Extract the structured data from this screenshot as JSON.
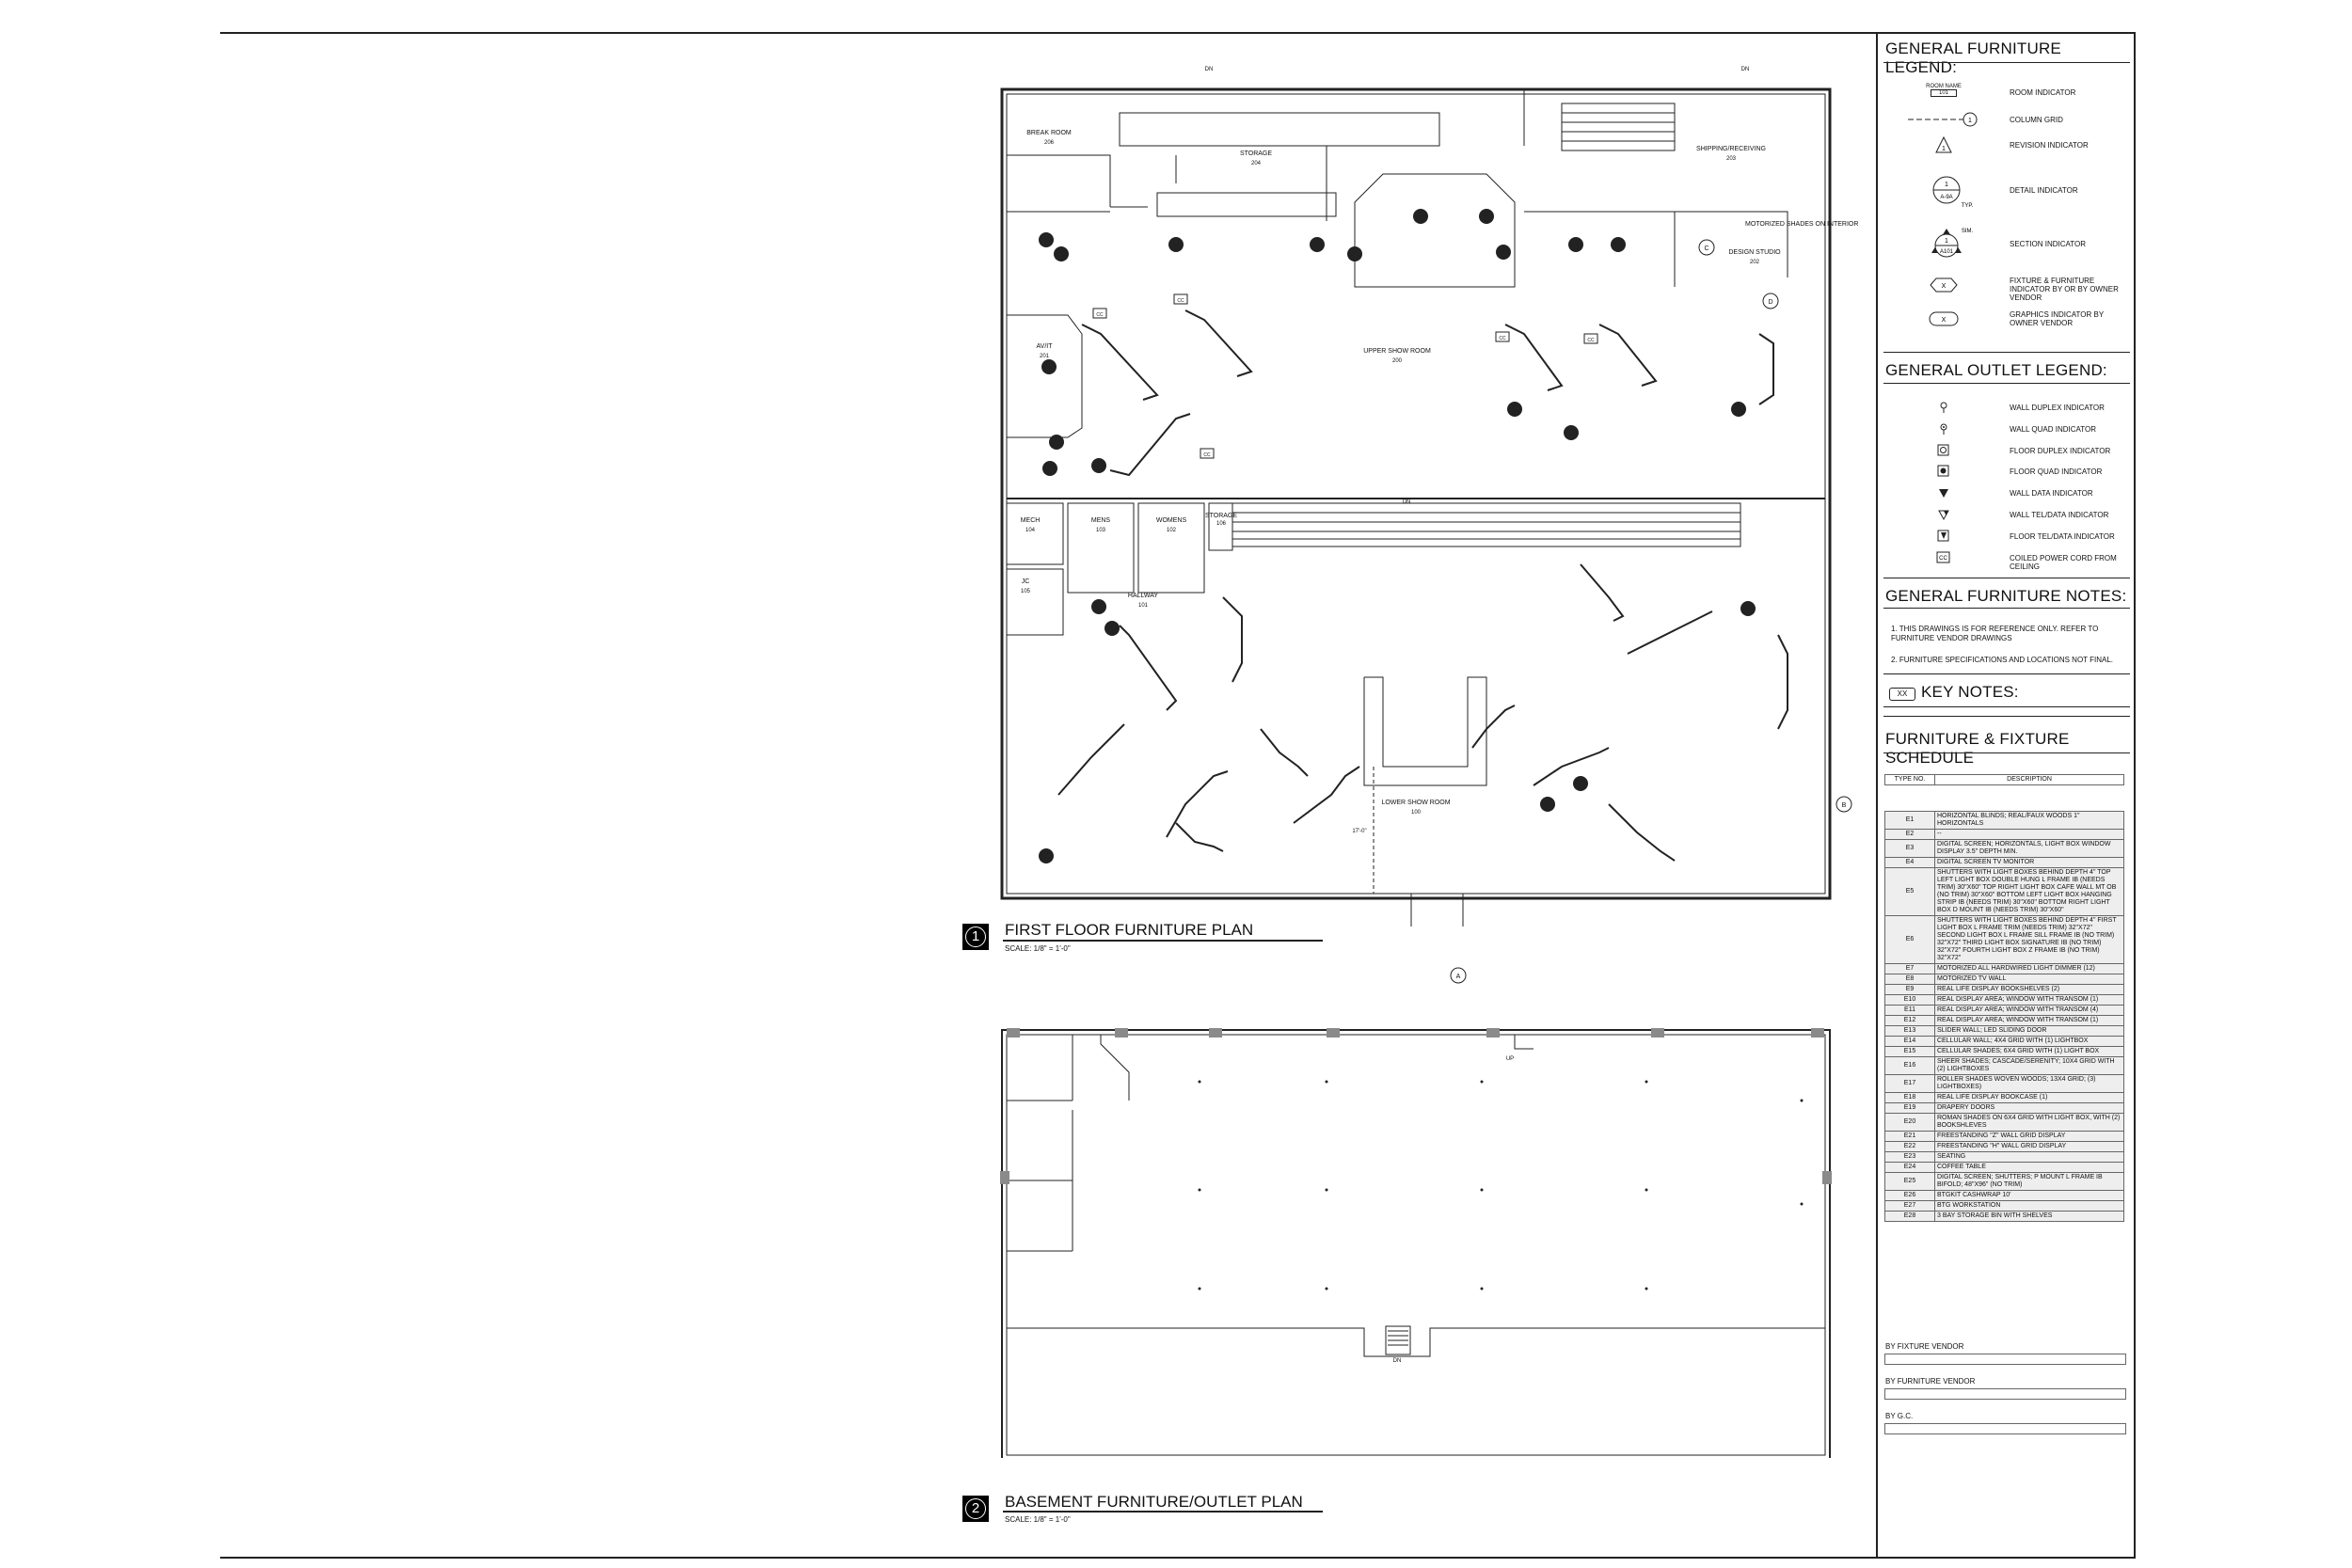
{
  "legend": {
    "title": "GENERAL FURNITURE LEGEND:",
    "room_tag": {
      "name": "ROOM NAME",
      "num": "101"
    },
    "items": [
      {
        "label": "ROOM INDICATOR"
      },
      {
        "label": "COLUMN GRID",
        "sym": "1"
      },
      {
        "label": "REVISION INDICATOR",
        "sym": "1"
      },
      {
        "label": "DETAIL INDICATOR",
        "sym_top": "1",
        "sym_bot": "A-9A",
        "note": "TYP."
      },
      {
        "label": "SECTION INDICATOR",
        "sym_top": "1",
        "sym_bot": "A101",
        "note": "SIM."
      },
      {
        "label": "FIXTURE & FURNITURE INDICATOR BY OR BY OWNER VENDOR",
        "sym": "X"
      },
      {
        "label": "GRAPHICS INDICATOR BY OWNER VENDOR",
        "sym": "X"
      }
    ]
  },
  "outlet_legend": {
    "title": "GENERAL OUTLET LEGEND:",
    "items": [
      {
        "label": "WALL DUPLEX INDICATOR"
      },
      {
        "label": "WALL QUAD INDICATOR"
      },
      {
        "label": "FLOOR DUPLEX INDICATOR"
      },
      {
        "label": "FLOOR QUAD INDICATOR"
      },
      {
        "label": "WALL DATA INDICATOR"
      },
      {
        "label": "WALL TEL/DATA INDICATOR"
      },
      {
        "label": "FLOOR TEL/DATA INDICATOR"
      },
      {
        "label": "COILED POWER CORD FROM CEILING",
        "sym": "CC"
      }
    ]
  },
  "notes": {
    "title": "GENERAL FURNITURE NOTES:",
    "items": [
      "1.  THIS DRAWINGS IS FOR REFERENCE ONLY. REFER TO FURNITURE VENDOR DRAWINGS",
      "2.  FURNITURE SPECIFICATIONS AND LOCATIONS NOT FINAL."
    ]
  },
  "key_notes": {
    "tag": "XX",
    "title": "KEY NOTES:"
  },
  "schedule": {
    "title": "FURNITURE & FIXTURE SCHEDULE",
    "col_type": "TYPE NO.",
    "col_desc": "DESCRIPTION",
    "rows": [
      {
        "code": "E1",
        "desc": "HORIZONTAL BLINDS; REAL/FAUX WOODS 1\" HORIZONTALS"
      },
      {
        "code": "E2",
        "desc": "--"
      },
      {
        "code": "E3",
        "desc": "DIGITAL SCREEN; HORIZONTALS, LIGHT BOX WINDOW DISPLAY 3.5\" DEPTH MIN."
      },
      {
        "code": "E4",
        "desc": "DIGITAL SCREEN TV MONITOR"
      },
      {
        "code": "E5",
        "desc": "SHUTTERS WITH LIGHT BOXES BEHIND DEPTH 4\" TOP LEFT LIGHT BOX DOUBLE HUNG L FRAME IB (NEEDS TRIM) 30\"X60\" TOP RIGHT LIGHT BOX CAFE WALL MT OB (NO TRIM) 30\"X60\" BOTTOM LEFT LIGHT BOX HANGING STRIP IB (NEEDS TRIM) 30\"X60\" BOTTOM RIGHT LIGHT BOX D MOUNT IB (NEEDS TRIM) 30\"X60\""
      },
      {
        "code": "E6",
        "desc": "SHUTTERS WITH LIGHT BOXES BEHIND DEPTH 4\" FIRST LIGHT BOX L FRAME TRIM (NEEDS TRIM) 32\"X72\" SECOND LIGHT BOX L FRAME SILL FRAME IB (NO TRIM) 32\"X72\" THIRD LIGHT BOX SIGNATURE IB (NO TRIM) 32\"X72\" FOURTH LIGHT BOX Z FRAME IB (NO TRIM) 32\"X72\""
      },
      {
        "code": "E7",
        "desc": "MOTORIZED ALL HARDWIRED LIGHT DIMMER (12)"
      },
      {
        "code": "E8",
        "desc": "MOTORIZED TV WALL"
      },
      {
        "code": "E9",
        "desc": "REAL LIFE DISPLAY BOOKSHELVES (2)"
      },
      {
        "code": "E10",
        "desc": "REAL DISPLAY AREA; WINDOW WITH TRANSOM (1)"
      },
      {
        "code": "E11",
        "desc": "REAL DISPLAY AREA; WINDOW WITH TRANSOM (4)"
      },
      {
        "code": "E12",
        "desc": "REAL DISPLAY AREA; WINDOW WITH TRANSOM (1)"
      },
      {
        "code": "E13",
        "desc": "SLIDER WALL; LED SLIDING DOOR"
      },
      {
        "code": "E14",
        "desc": "CELLULAR WALL; 4X4 GRID WITH (1) LIGHTBOX"
      },
      {
        "code": "E15",
        "desc": "CELLULAR SHADES; 6X4 GRID WITH (1) LIGHT BOX"
      },
      {
        "code": "E16",
        "desc": "SHEER SHADES; CASCADE/SERENITY; 10X4 GRID WITH (2) LIGHTBOXES"
      },
      {
        "code": "E17",
        "desc": "ROLLER SHADES WOVEN WOODS; 13X4 GRID; (3) LIGHTBOXES)"
      },
      {
        "code": "E18",
        "desc": "REAL LIFE DISPLAY BOOKCASE (1)"
      },
      {
        "code": "E19",
        "desc": "DRAPERY DOORS"
      },
      {
        "code": "E20",
        "desc": "ROMAN SHADES ON 6X4 GRID WITH LIGHT BOX, WITH (2) BOOKSHLEVES"
      },
      {
        "code": "E21",
        "desc": "FREESTANDING \"Z\" WALL GRID DISPLAY"
      },
      {
        "code": "E22",
        "desc": "FREESTANDING \"H\" WALL GRID DISPLAY"
      },
      {
        "code": "E23",
        "desc": "SEATING"
      },
      {
        "code": "E24",
        "desc": "COFFEE TABLE"
      },
      {
        "code": "E25",
        "desc": "DIGITAL SCREEN; SHUTTERS; P MOUNT L FRAME IB BIFOLD; 48\"X96\" (NO TRIM)"
      },
      {
        "code": "E26",
        "desc": "BTGKIT CASHWRAP 10'"
      },
      {
        "code": "E27",
        "desc": "BTG WORKSTATION"
      },
      {
        "code": "E28",
        "desc": "3 BAY STORAGE BIN WITH SHELVES"
      }
    ]
  },
  "vendors": [
    "BY FIXTURE VENDOR",
    "BY FURNITURE VENDOR",
    "BY G.C."
  ],
  "plans": {
    "first": {
      "num": "1",
      "title": "FIRST FLOOR FURNITURE PLAN",
      "scale": "SCALE:  1/8\" = 1'-0\""
    },
    "basement": {
      "num": "2",
      "title": "BASEMENT FURNITURE/OUTLET PLAN",
      "scale": "SCALE:  1/8\" = 1'-0\""
    }
  },
  "rooms": [
    {
      "name": "BREAK ROOM",
      "num": "206"
    },
    {
      "name": "STORAGE",
      "num": "204"
    },
    {
      "name": "SHIPPING/RECEIVING",
      "num": "203"
    },
    {
      "name": "DESIGN STUDIO",
      "num": "202"
    },
    {
      "name": "AV/IT",
      "num": "201"
    },
    {
      "name": "UPPER SHOW ROOM",
      "num": "200"
    },
    {
      "name": "MECH",
      "num": "104"
    },
    {
      "name": "MENS",
      "num": "103"
    },
    {
      "name": "WOMENS",
      "num": "102"
    },
    {
      "name": "STORAGE",
      "num": "106"
    },
    {
      "name": "JC",
      "num": "105"
    },
    {
      "name": "HALLWAY",
      "num": "101"
    },
    {
      "name": "LOWER SHOW ROOM",
      "num": "100"
    }
  ],
  "plan_text": {
    "dn": "DN",
    "up": "UP",
    "motorized": "MOTORIZED SHADES ON INTERIOR",
    "dim": "17'-0\"",
    "grid_a": "A",
    "grid_b": "B",
    "grid_c": "C",
    "grid_d": "D",
    "cc": "CC"
  },
  "colors": {
    "line": "#222222",
    "grey_col": "#9a9a9a"
  }
}
